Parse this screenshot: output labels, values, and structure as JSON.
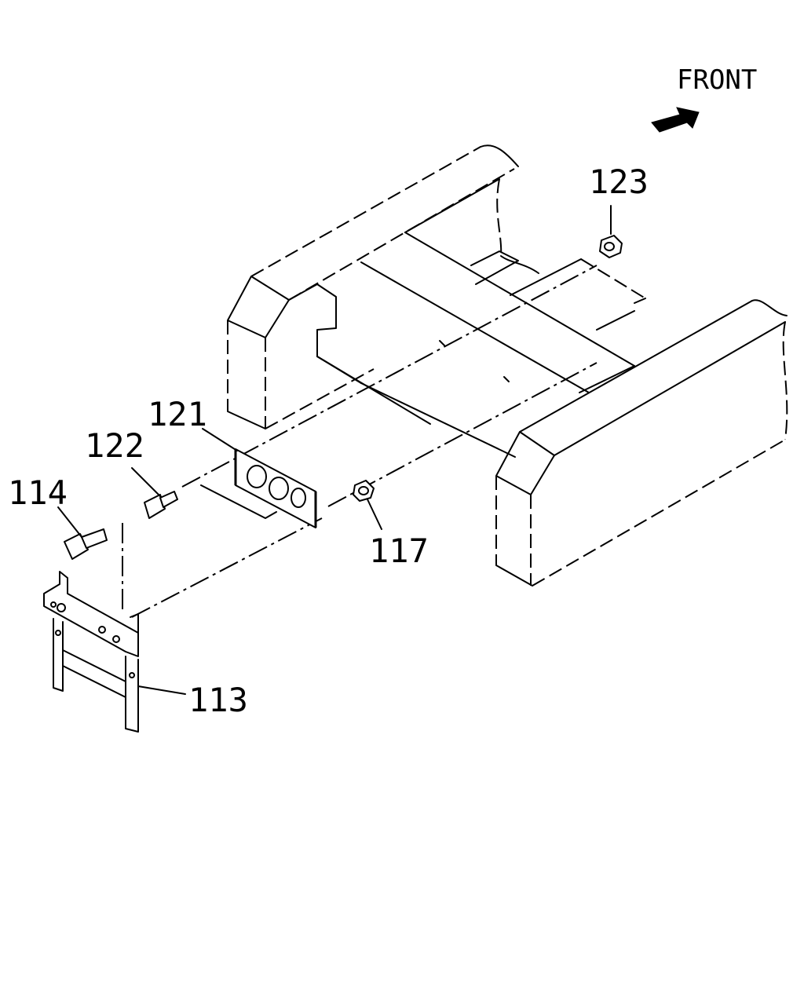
{
  "direction_label": "FRONT",
  "callouts": {
    "p113": "113",
    "p114": "114",
    "p117": "117",
    "p121": "121",
    "p122": "122",
    "p123": "123"
  },
  "icons": {
    "direction": "front-arrow-icon"
  }
}
